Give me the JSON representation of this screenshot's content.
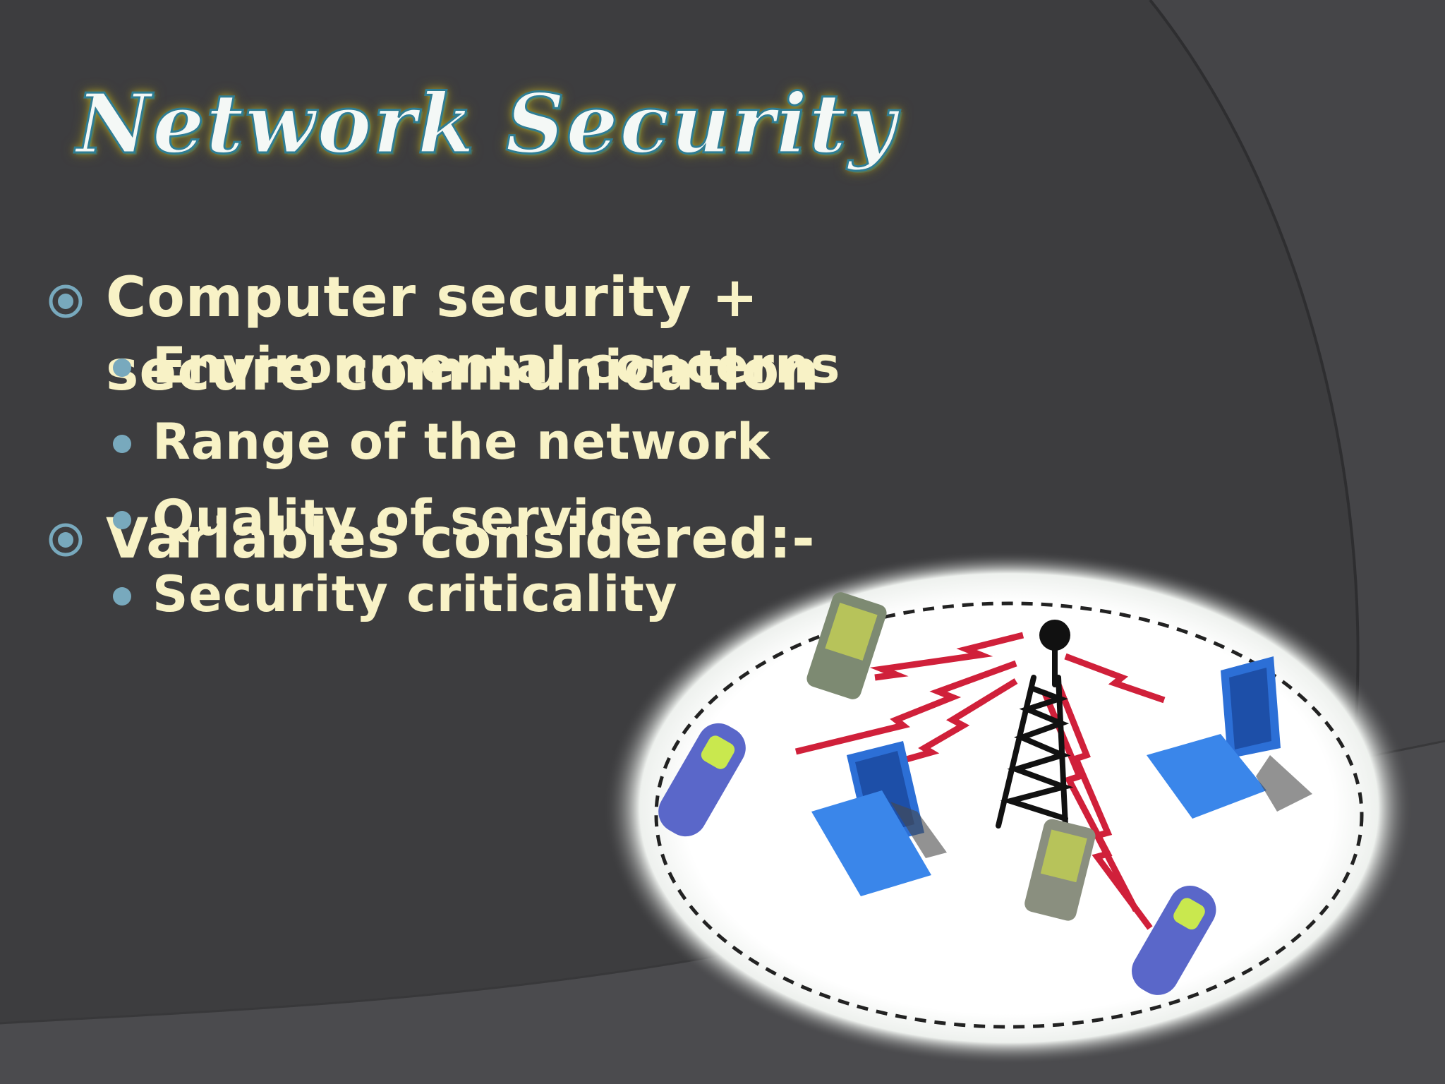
{
  "slide": {
    "title": "Network Security",
    "bullets": [
      {
        "text": "Computer security + secure communication"
      },
      {
        "text": "Variables considered:-"
      }
    ],
    "sub_bullets": [
      "Environmental concerns",
      "Range of the network",
      "Quality of service",
      "Security criticality"
    ],
    "colors": {
      "background": "#3d3d3f",
      "bullet_text": "#f8f2c6",
      "bullet_marker": "#78a9bd",
      "title_fill": "#f4f8f6",
      "title_outline": "#2f7d93"
    }
  }
}
